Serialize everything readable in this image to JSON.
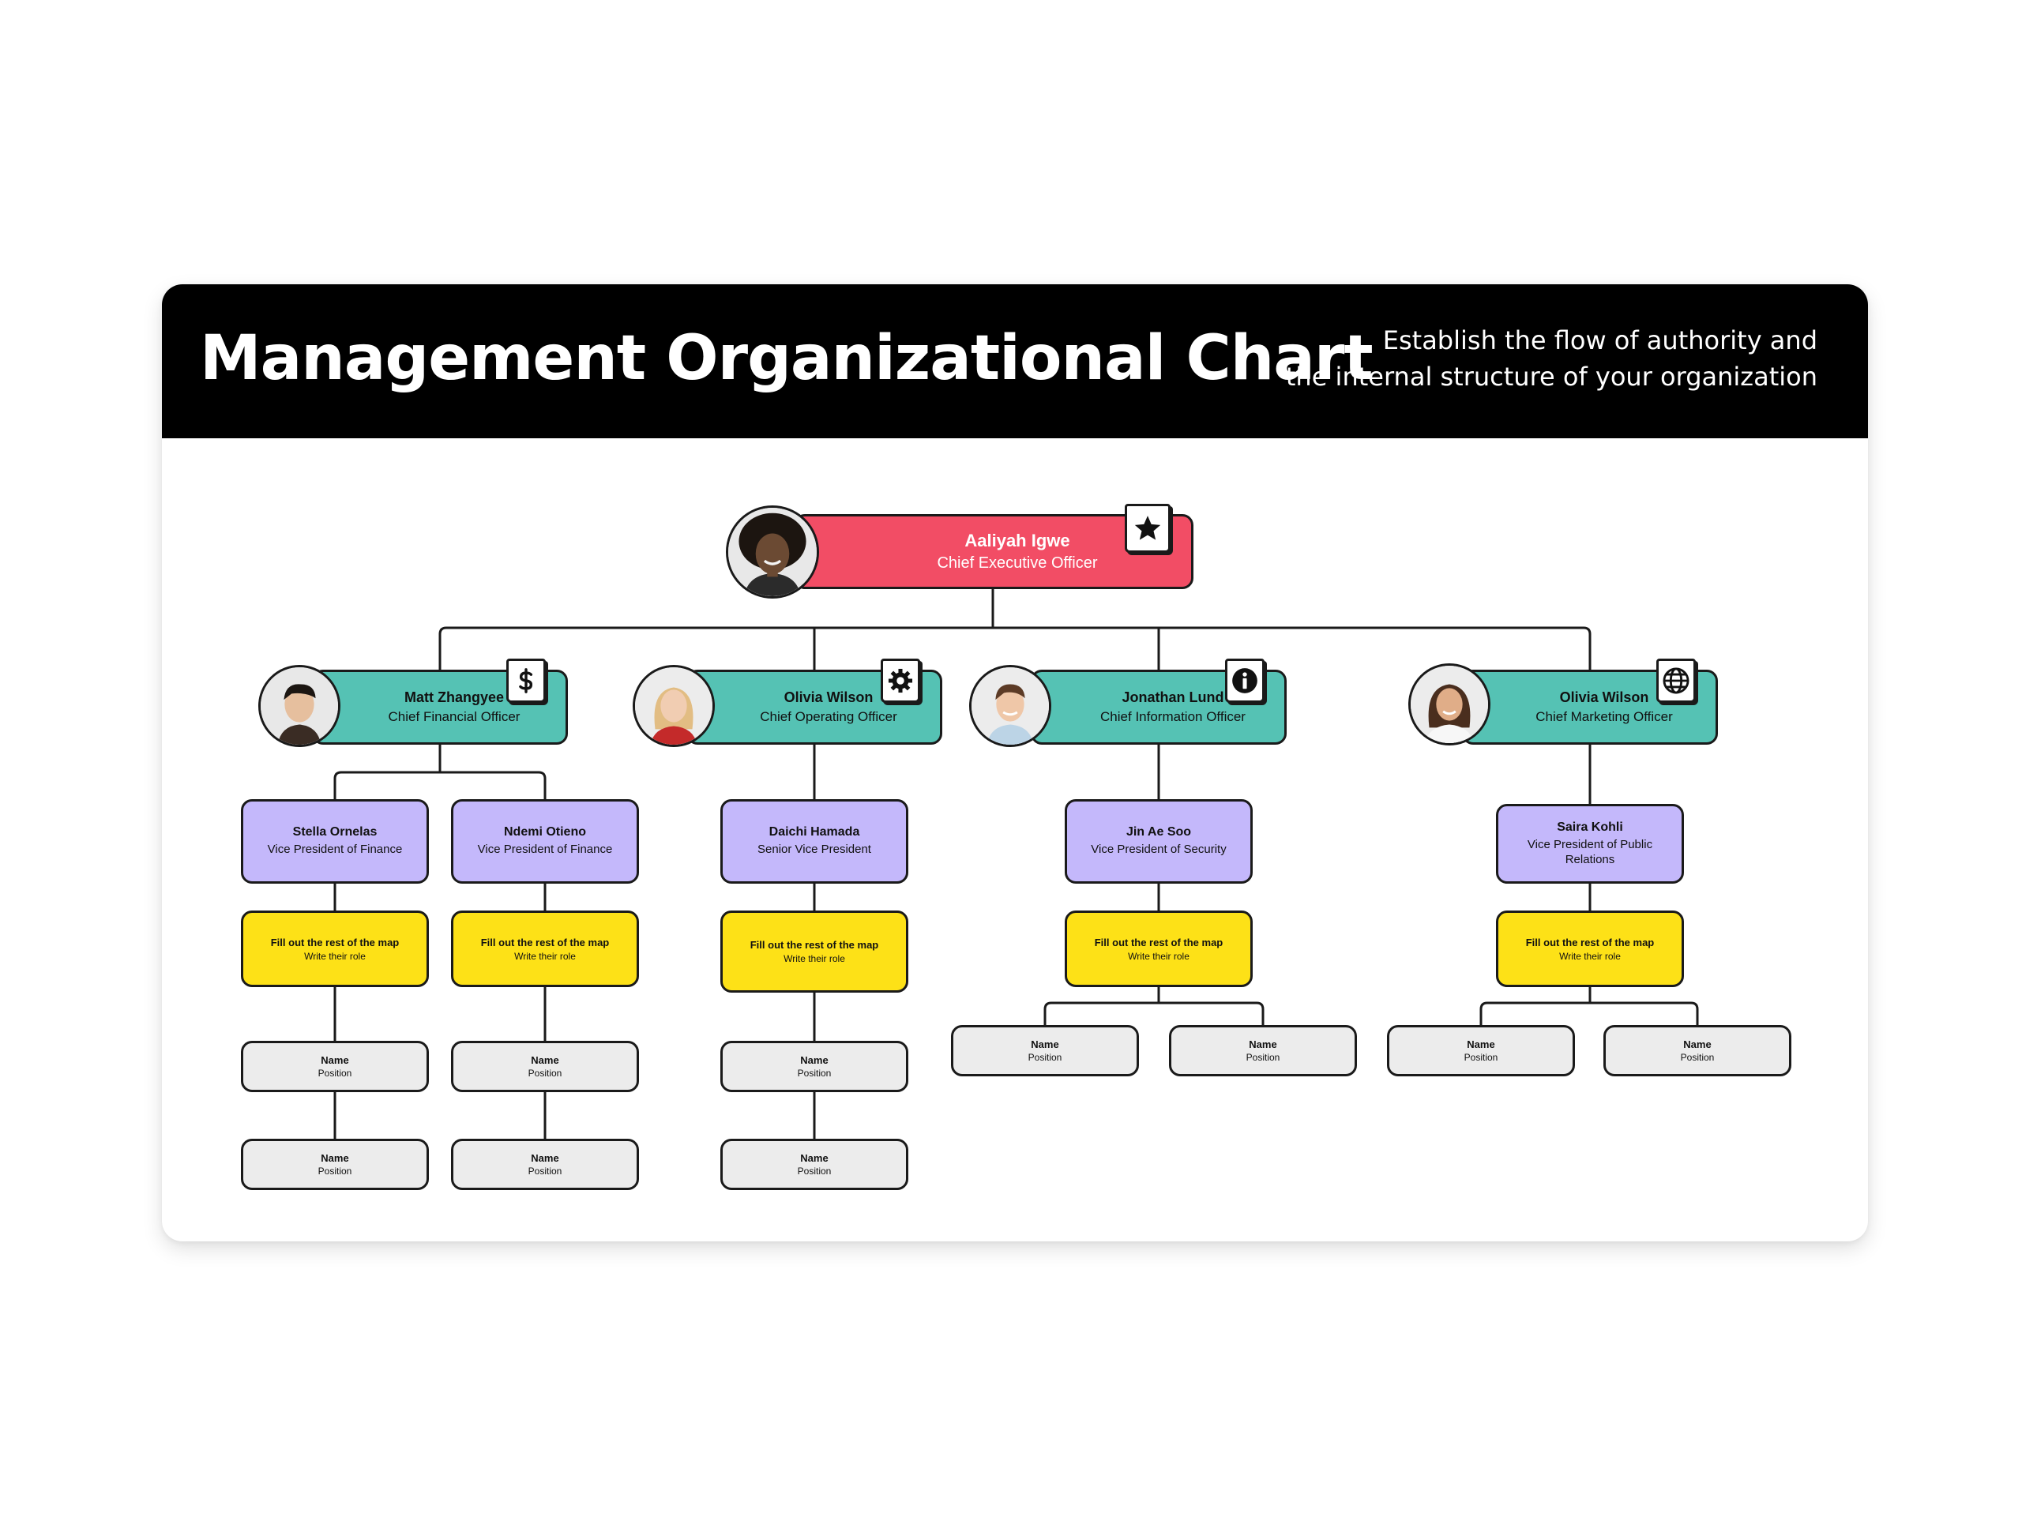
{
  "header": {
    "title": "Management Organizational Chart",
    "subtitle_line1": "Establish the flow of authority and",
    "subtitle_line2": "the internal structure of your organization"
  },
  "colors": {
    "executive": "#f24d65",
    "chief": "#55c2b4",
    "vice_president": "#c4b8fb",
    "placeholder": "#fde117",
    "position": "#ececec",
    "header_bg": "#000000"
  },
  "ceo": {
    "name": "Aaliyah Igwe",
    "role": "Chief Executive Officer",
    "icon": "star-icon"
  },
  "chiefs": [
    {
      "name": "Matt Zhangyee",
      "role": "Chief Financial Officer",
      "icon": "dollar-icon"
    },
    {
      "name": "Olivia Wilson",
      "role": "Chief Operating Officer",
      "icon": "gear-icon"
    },
    {
      "name": "Jonathan Lund",
      "role": "Chief Information Officer",
      "icon": "info-icon"
    },
    {
      "name": "Olivia Wilson",
      "role": "Chief Marketing Officer",
      "icon": "globe-icon"
    }
  ],
  "vps": [
    {
      "name": "Stella Ornelas",
      "role": "Vice President of Finance"
    },
    {
      "name": "Ndemi Otieno",
      "role": "Vice President of Finance"
    },
    {
      "name": "Daichi Hamada",
      "role": "Senior Vice President"
    },
    {
      "name": "Jin Ae Soo",
      "role": "Vice President of Security"
    },
    {
      "name": "Saira Kohli",
      "role": "Vice President of Public Relations"
    }
  ],
  "placeholder": {
    "title": "Fill out the rest of the map",
    "subtitle": "Write their role"
  },
  "position_box": {
    "name": "Name",
    "role": "Position"
  }
}
